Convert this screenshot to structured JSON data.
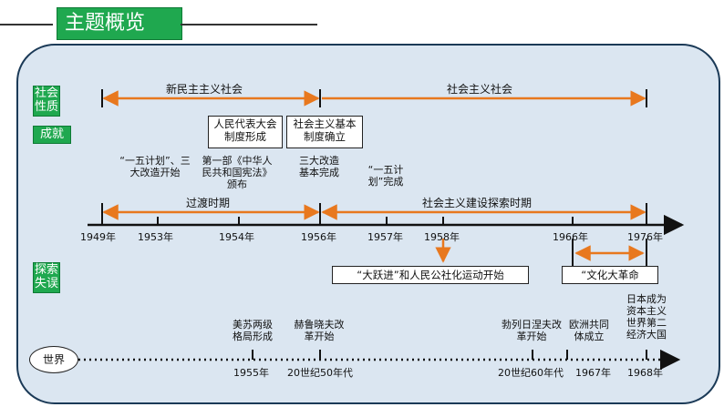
{
  "page": {
    "title": "主题概览"
  },
  "tags": {
    "nature": "社会性质",
    "achievement": "成就",
    "mistakes": "探索失误",
    "world": "世界"
  },
  "periods": {
    "new_democracy": "新民主主义社会",
    "socialism": "社会主义社会",
    "transition": "过渡时期",
    "construction": "社会主义建设探索时期"
  },
  "boxes": {
    "npc": "人民代表大会制度形成",
    "basic_system": "社会主义基本制度确立",
    "great_leap": "“大跃进”和人民公社化运动开始",
    "cultural_rev": "“文化大革命"
  },
  "achievements": {
    "first_plan_start": "“一五计划”、三大改造开始",
    "constitution": "第一部《中华人民共和国宪法》颁布",
    "transform_done": "三大改造基本完成",
    "first_plan_done": "“一五计划”完成"
  },
  "timeline_years": [
    "1949年",
    "1953年",
    "1954年",
    "1956年",
    "1957年",
    "1958年",
    "1966年",
    "1976年"
  ],
  "world_events": {
    "bipolar": "美苏两级格局形成",
    "khrushchev": "赫鲁晓夫改革开始",
    "brezhnev": "勃列日涅夫改革开始",
    "ec": "欧洲共同体成立",
    "japan": "日本成为资本主义世界第二经济大国"
  },
  "world_years": [
    "1955年",
    "20世纪50年代",
    "20世纪60年代",
    "1967年",
    "1968年"
  ],
  "colors": {
    "accent_green": "#1fa84f",
    "arrow_orange": "#e8781e",
    "panel_blue": "#dbe6f1"
  }
}
